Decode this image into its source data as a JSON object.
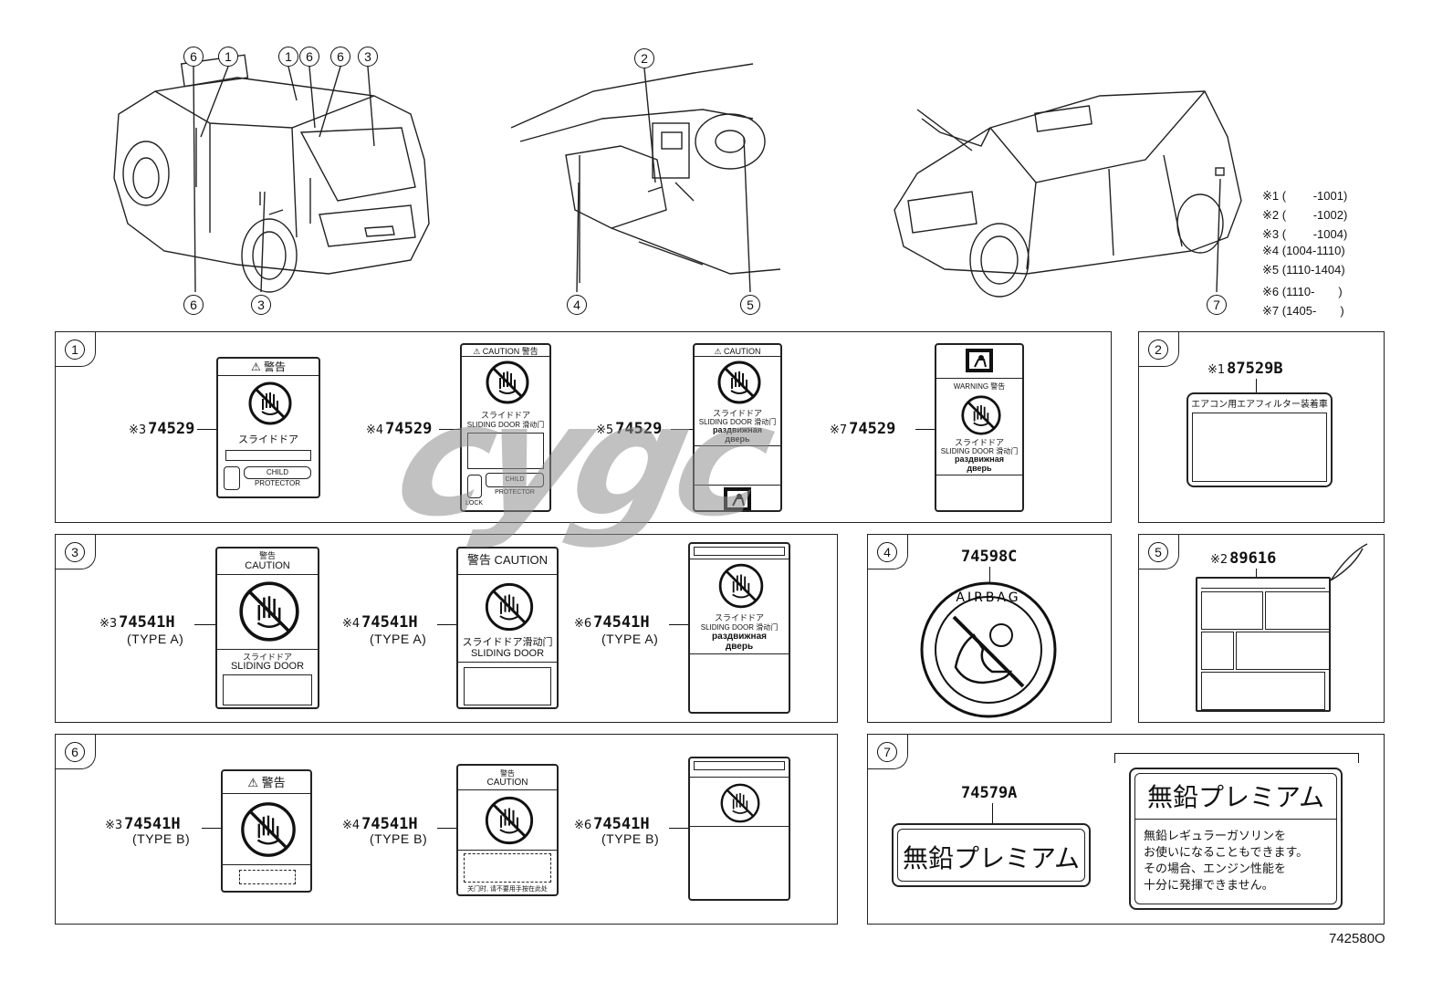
{
  "watermark": "cygc",
  "diagram_code": "742580O",
  "callout_numbers": [
    "1",
    "2",
    "3",
    "4",
    "5",
    "6",
    "7"
  ],
  "applicability": [
    {
      "mark": "※1",
      "range": "(　　 -1001)"
    },
    {
      "mark": "※2",
      "range": "(　　 -1002)"
    },
    {
      "mark": "※3",
      "range": "(　　 -1004)"
    },
    {
      "mark": "※4",
      "range": "(1004-1110)"
    },
    {
      "mark": "※5",
      "range": "(1110-1404)"
    },
    {
      "mark": "※6",
      "range": "(1110-　　)"
    },
    {
      "mark": "※7",
      "range": "(1405-　　)"
    }
  ],
  "panel1": {
    "number": "1",
    "parts": [
      {
        "mark": "※3",
        "code": "74529"
      },
      {
        "mark": "※4",
        "code": "74529"
      },
      {
        "mark": "※5",
        "code": "74529"
      },
      {
        "mark": "※7",
        "code": "74529"
      }
    ],
    "label_a": {
      "header": "⚠ 警告",
      "sub": "スライドドア",
      "tag": "CHILD PROTECTOR"
    },
    "label_b": {
      "header": "⚠ CAUTION 警告",
      "line1": "スライドドア",
      "line2": "SLIDING DOOR 滑动门",
      "tag": "CHILD PROTECTOR",
      "tag2": "LOCK"
    },
    "label_c": {
      "header": "⚠ CAUTION",
      "line1": "スライドドア",
      "line2": "SLIDING DOOR 滑动门",
      "line3": "раздвижная",
      "line4": "дверь"
    },
    "label_d": {
      "header": "WARNING 警告",
      "line1": "スライドドア",
      "line2": "SLIDING DOOR 滑动门",
      "line3": "раздвижная",
      "line4": "дверь"
    }
  },
  "panel2": {
    "number": "2",
    "mark": "※1",
    "code": "87529B",
    "label_title": "エアコン用エアフィルター装着車"
  },
  "panel3": {
    "number": "3",
    "parts": [
      {
        "mark": "※3",
        "code": "74541H",
        "type": "(TYPE A)"
      },
      {
        "mark": "※4",
        "code": "74541H",
        "type": "(TYPE A)"
      },
      {
        "mark": "※6",
        "code": "74541H",
        "type": "(TYPE A)"
      }
    ],
    "label_a": {
      "header1": "警告",
      "header2": "CAUTION",
      "line1": "スライドドア",
      "line2": "SLIDING DOOR"
    },
    "label_b": {
      "header": "警告 CAUTION",
      "line1": "スライドドア滑动门",
      "line2": "SLIDING DOOR"
    },
    "label_c": {
      "line1": "スライドドア",
      "line2": "SLIDING DOOR 滑动门",
      "line3": "раздвижная",
      "line4": "дверь"
    }
  },
  "panel4": {
    "number": "4",
    "code": "74598C",
    "ring_text": "AIRBAG"
  },
  "panel5": {
    "number": "5",
    "mark": "※2",
    "code": "89616"
  },
  "panel6": {
    "number": "6",
    "parts": [
      {
        "mark": "※3",
        "code": "74541H",
        "type": "(TYPE B)"
      },
      {
        "mark": "※4",
        "code": "74541H",
        "type": "(TYPE B)"
      },
      {
        "mark": "※6",
        "code": "74541H",
        "type": "(TYPE B)"
      }
    ],
    "label_a": {
      "header": "⚠ 警告"
    },
    "label_b": {
      "header1": "警告",
      "header2": "CAUTION",
      "footer": "关门时, 请不要用手按在此处"
    }
  },
  "panel7": {
    "number": "7",
    "code": "74579A",
    "small_label": "無鉛プレミアム",
    "large_title": "無鉛プレミアム",
    "large_lines": [
      "無鉛レギュラーガソリンを",
      "お使いになることもできます。",
      "その場合、エンジン性能を",
      "十分に発揮できません。"
    ]
  }
}
